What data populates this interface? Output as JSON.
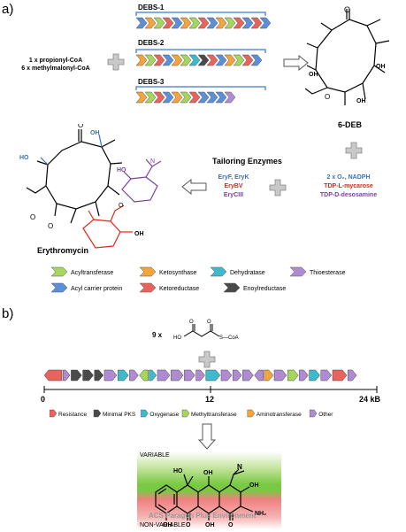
{
  "panel_a": {
    "label": "a)",
    "substrates": [
      "1 x propionyl-CoA",
      "6 x methylmalonyl-CoA"
    ],
    "debs": [
      "DEBS-1",
      "DEBS-2",
      "DEBS-3"
    ],
    "product_6deb": "6-DEB",
    "tailoring_title": "Tailoring Enzymes",
    "enzymes": [
      {
        "text": "EryF, EryK",
        "color": "#3a6fc1"
      },
      {
        "text": "EryBV",
        "color": "#e0261b"
      },
      {
        "text": "EryCIII",
        "color": "#7a3fa0"
      }
    ],
    "cofactors": [
      {
        "text": "2 x O₂, NADPH",
        "color": "#3a6fc1"
      },
      {
        "text": "TDP-L-mycarose",
        "color": "#e0261b"
      },
      {
        "text": "TDP-D-desosamine",
        "color": "#7a3fa0"
      }
    ],
    "product_ery": "Erythromycin",
    "legend": [
      {
        "label": "Acyltransferase",
        "color": "#a6d65b"
      },
      {
        "label": "Ketosynthase",
        "color": "#f5a33b"
      },
      {
        "label": "Dehydratase",
        "color": "#3fb9cc"
      },
      {
        "label": "Thioesterase",
        "color": "#b18bd2"
      },
      {
        "label": "Acyl carrier protein",
        "color": "#5b8fd9"
      },
      {
        "label": "Ketoreductase",
        "color": "#e8635b"
      },
      {
        "label": "Enoylreductase",
        "color": "#4a4a4a"
      }
    ]
  },
  "panel_b": {
    "label": "b)",
    "malonyl_count": "9 x",
    "axis_ticks": [
      "0",
      "12",
      "24 kB"
    ],
    "gene_legend": [
      {
        "label": "Resistance",
        "color": "#e8635b"
      },
      {
        "label": "Minimal PKS",
        "color": "#4a4a4a"
      },
      {
        "label": "Oxygenase",
        "color": "#3fb9cc"
      },
      {
        "label": "Methyltransferase",
        "color": "#a6d65b"
      },
      {
        "label": "Aminotransferase",
        "color": "#f5a33b"
      },
      {
        "label": "Other",
        "color": "#b18bd2"
      }
    ],
    "variable_label": "VARIABLE",
    "nonvariable_label": "NON-VARIABLE",
    "watermark": "ACS Paragon Plus Environment"
  },
  "colors": {
    "acyltransferase": "#a6d65b",
    "ketosynthase": "#f5a33b",
    "dehydratase": "#3fb9cc",
    "thioesterase": "#b18bd2",
    "acp": "#5b8fd9",
    "ketoreductase": "#e8635b",
    "enoylreductase": "#4a4a4a",
    "variable_green": "#7ac943",
    "nonvariable_red": "#f08080"
  }
}
